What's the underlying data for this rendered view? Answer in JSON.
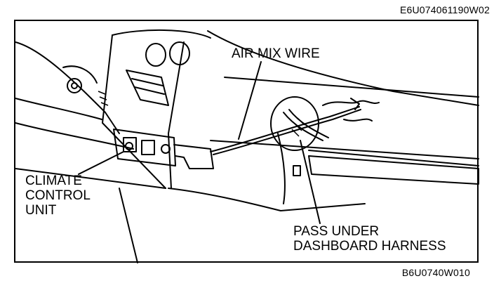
{
  "codes": {
    "top": "E6U074061190W02",
    "bottom": "B6U0740W010"
  },
  "labels": {
    "air_mix_wire": "AIR MIX WIRE",
    "climate_control_unit": [
      "CLIMATE",
      "CONTROL",
      "UNIT"
    ],
    "pass_under": [
      "PASS UNDER",
      "DASHBOARD HARNESS"
    ]
  },
  "colors": {
    "ink": "#000000",
    "paper": "#ffffff"
  }
}
